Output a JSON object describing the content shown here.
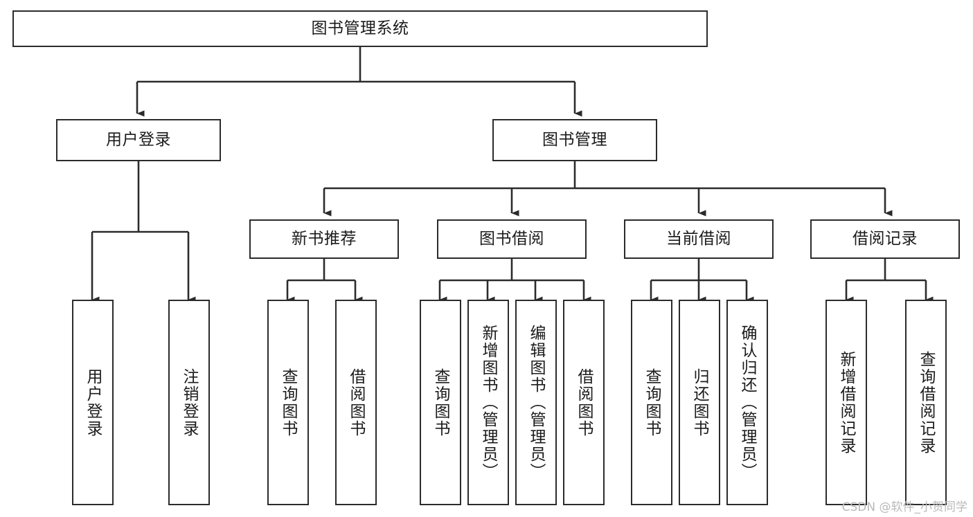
{
  "diagram": {
    "type": "tree-hierarchy-chart",
    "title": "图书管理系统",
    "orientation": "top-down",
    "line_color": "#2b2b2b",
    "box_fill": "#ffffff",
    "text_color": "#1b1b1b",
    "levels": 4
  },
  "root": {
    "label": "图书管理系统"
  },
  "level2": [
    {
      "label": "用户登录"
    },
    {
      "label": "图书管理"
    }
  ],
  "level3": [
    {
      "label": "新书推荐"
    },
    {
      "label": "图书借阅"
    },
    {
      "label": "当前借阅"
    },
    {
      "label": "借阅记录"
    }
  ],
  "leaves": {
    "user_login": [
      {
        "label": "用户登录"
      },
      {
        "label": "注销登录"
      }
    ],
    "new_book_recommend": [
      {
        "label": "查询图书"
      },
      {
        "label": "借阅图书"
      }
    ],
    "book_borrow": [
      {
        "label": "查询图书"
      },
      {
        "label": "新增图书（管理员）"
      },
      {
        "label": "编辑图书（管理员）"
      },
      {
        "label": "借阅图书"
      }
    ],
    "current_borrow": [
      {
        "label": "查询图书"
      },
      {
        "label": "归还图书"
      },
      {
        "label": "确认归还（管理员）"
      }
    ],
    "borrow_record": [
      {
        "label": "新增借阅记录"
      },
      {
        "label": "查询借阅记录"
      }
    ]
  },
  "watermark": {
    "text": "CSDN @软件_小贺同学"
  }
}
